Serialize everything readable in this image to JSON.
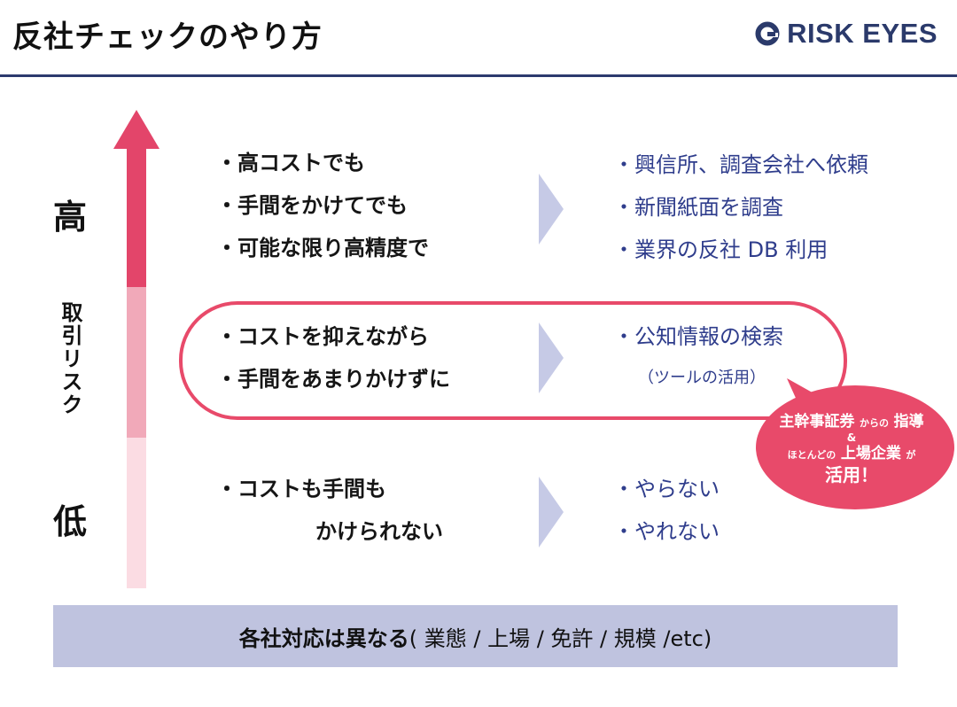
{
  "header": {
    "title": "反社チェックのやり方",
    "logo_text": "RISK EYES",
    "rule_color": "#2c3a6e"
  },
  "axis": {
    "high_label": "高",
    "low_label": "低",
    "risk_label": "取引リスク",
    "colors": {
      "high": "#e3456a",
      "mid": "#f1a9b9",
      "low": "#fbdce3"
    }
  },
  "rows": [
    {
      "left": [
        "・高コストでも",
        "・手間をかけてでも",
        "・可能な限り高精度で"
      ],
      "right": [
        "・興信所、調査会社へ依頼",
        "・新聞紙面を調査",
        "・業界の反社 DB 利用"
      ]
    },
    {
      "left": [
        "・コストを抑えながら",
        "・手間をあまりかけずに"
      ],
      "right": [
        "・公知情報の検索"
      ],
      "note": "（ツールの活用）"
    },
    {
      "left": [
        "・コストも手間も",
        "かけられない"
      ],
      "right": [
        "・やらない",
        "・やれない"
      ]
    }
  ],
  "callout": {
    "line1_a": "主幹事証券",
    "line1_b": "からの",
    "line1_c": "指導",
    "amp": "&",
    "line2_a": "ほとんどの",
    "line2_b": "上場企業",
    "line2_c": "が",
    "line3": "活用！",
    "color": "#e84a6a"
  },
  "footer": {
    "strong": "各社対応は異なる",
    "rest": " ( 業態 / 上場 / 免許 / 規模 /etc)"
  },
  "accent_colors": {
    "chevron": "#c6cae6",
    "text_blue": "#2f3d8c"
  }
}
